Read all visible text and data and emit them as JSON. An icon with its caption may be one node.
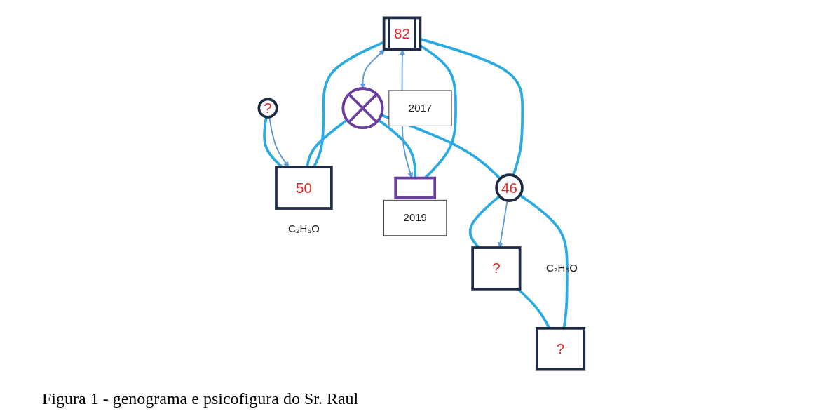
{
  "diagram": {
    "caption": "Figura 1 - genograma e psicofigura do Sr. Raul",
    "nodes": [
      {
        "text": [
          "82"
        ]
      },
      {
        "text": [],
        "shape": "circle",
        "beside": [
          "2017"
        ]
      },
      {
        "text": [
          "?"
        ]
      },
      {
        "text": [
          "50"
        ],
        "beside": [
          "C₂H₆O"
        ]
      },
      {
        "text": [],
        "shape": "box",
        "beside": [
          "2019"
        ]
      },
      {
        "text": [
          "46"
        ]
      },
      {
        "text": [
          "?"
        ],
        "beside": [
          "C₂H₆O"
        ]
      },
      {
        "text": [
          "?"
        ]
      }
    ],
    "edges": [
      {
        "from": 0,
        "to": 1,
        "arrow": "both",
        "color": "#5b9bd5"
      },
      {
        "from": 0,
        "to": 3,
        "arrow": "none"
      },
      {
        "from": 0,
        "to": 4,
        "arrow": "none"
      },
      {
        "from": 0,
        "to": 5,
        "arrow": "none"
      },
      {
        "from": 1,
        "to": 3,
        "arrow": "none"
      },
      {
        "from": 1,
        "to": 4,
        "arrow": "none"
      },
      {
        "from": 1,
        "to": 5,
        "arrow": "none"
      },
      {
        "from": 0,
        "to": 4,
        "arrow": "both",
        "color": "#5b9bd5"
      },
      {
        "from": 2,
        "to": 3,
        "arrow": "to",
        "color": "#5b9bd5"
      },
      {
        "from": 2,
        "to": 3,
        "arrow": "none"
      },
      {
        "from": 5,
        "to": 6,
        "arrow": "to",
        "color": "#5b9bd5"
      },
      {
        "from": 5,
        "to": 6,
        "arrow": "none"
      },
      {
        "from": 5,
        "to": 7,
        "arrow": "none"
      },
      {
        "from": 6,
        "to": 7,
        "arrow": "none"
      }
    ]
  }
}
